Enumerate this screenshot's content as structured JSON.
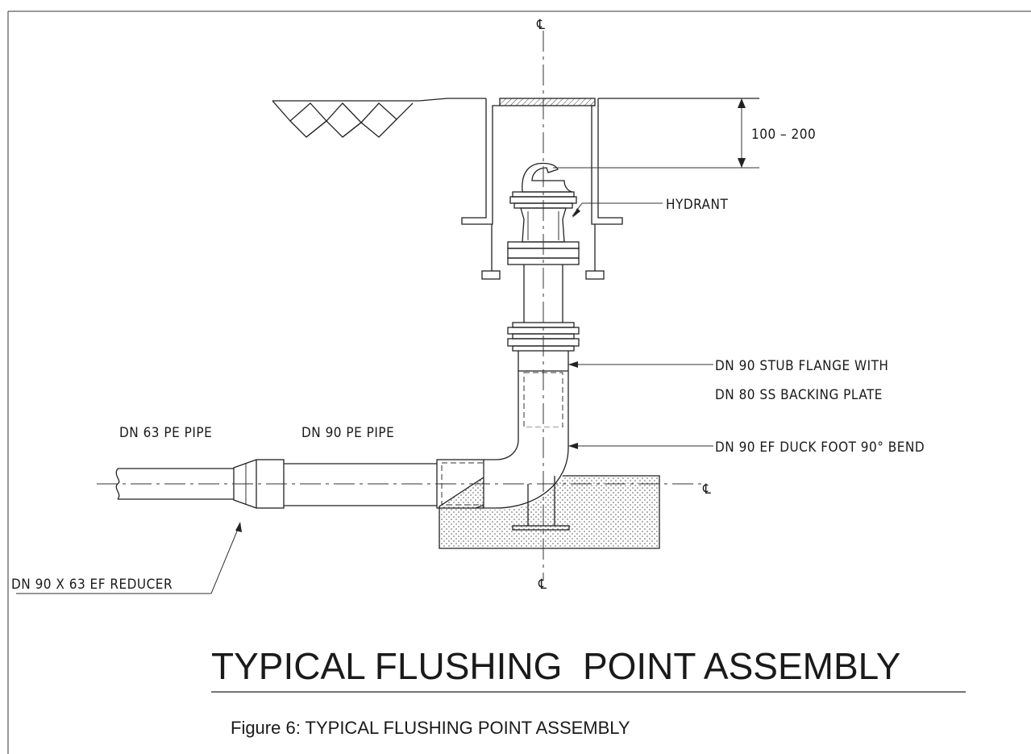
{
  "labels": {
    "centerline_top": "℄",
    "centerline_right": "℄",
    "centerline_bottom": "℄",
    "dimension": "100 – 200",
    "hydrant": "HYDRANT",
    "stub_flange_line1": "DN 90 STUB FLANGE WITH",
    "stub_flange_line2": "DN 80 SS BACKING PLATE",
    "bend": "DN 90 EF DUCK FOOT 90° BEND",
    "pipe_63": "DN 63 PE PIPE",
    "pipe_90": "DN 90 PE PIPE",
    "reducer": "DN 90 X 63 EF REDUCER"
  },
  "title": "TYPICAL FLUSHING  POINT ASSEMBLY",
  "caption": "Figure 6: TYPICAL FLUSHING POINT ASSEMBLY"
}
